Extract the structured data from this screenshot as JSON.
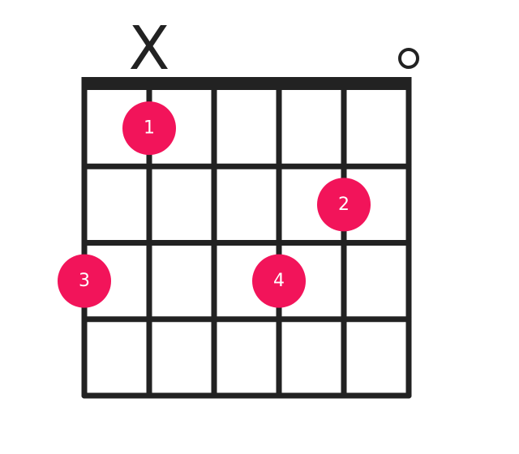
{
  "diagram": {
    "strings": 6,
    "frets": 4,
    "nut_shown": true,
    "markers": [
      {
        "string": 2,
        "symbol": "X"
      },
      {
        "string": 6,
        "symbol": "open"
      }
    ],
    "fingers": [
      {
        "label": "1",
        "string": 2,
        "fret": 1
      },
      {
        "label": "2",
        "string": 5,
        "fret": 2
      },
      {
        "label": "3",
        "string": 1,
        "fret": 3
      },
      {
        "label": "4",
        "string": 4,
        "fret": 3
      }
    ]
  },
  "colors": {
    "grid": "#222222",
    "finger_fill": "#f2145a",
    "finger_text": "#ffffff",
    "marker": "#222222"
  }
}
